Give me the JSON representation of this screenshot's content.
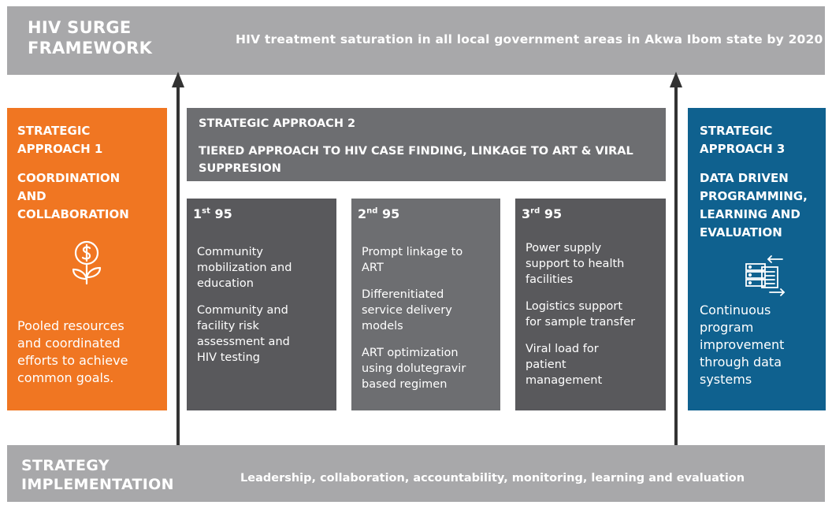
{
  "top_bar": {
    "title": "HIV SURGE\nFRAMEWORK",
    "tagline": "HIV treatment saturation in all local government areas in Akwa Ibom state by 2020"
  },
  "bottom_bar": {
    "title": "STRATEGY\nIMPLEMENTATION",
    "tagline": "Leadership, collaboration, accountability, monitoring, learning and evaluation"
  },
  "approach1": {
    "label": "STRATEGIC\nAPPROACH 1",
    "subtitle": "COORDINATION\nAND\nCOLLABORATION",
    "icon": "money-plant-icon",
    "description": "Pooled resources\nand coordinated\nefforts to achieve\ncommon goals.",
    "color": "#f07622"
  },
  "approach2": {
    "label": "STRATEGIC APPROACH 2",
    "subtitle": "TIERED APPROACH TO HIV CASE FINDING, LINKAGE TO ART & VIRAL SUPPRESION",
    "color": "#6d6e71",
    "columns": [
      {
        "ordinal": "1",
        "suffix": "st",
        "value": "95",
        "items": [
          "Community\nmobilization and\neducation",
          "Community and\nfacility risk\nassessment and\nHIV  testing"
        ]
      },
      {
        "ordinal": "2",
        "suffix": "nd",
        "value": "95",
        "items": [
          "Prompt linkage to\nART",
          "Differenitiated\nservice delivery\nmodels",
          "ART optimization\nusing dolutegravir\nbased regimen"
        ]
      },
      {
        "ordinal": "3",
        "suffix": "rd",
        "value": "95",
        "items": [
          "Power supply\nsupport to health\nfacilities",
          "Logistics support\nfor sample transfer",
          "Viral load for\npatient\nmanagement"
        ]
      }
    ]
  },
  "approach3": {
    "label": "STRATEGIC\nAPPROACH 3",
    "subtitle": "DATA DRIVEN\nPROGRAMMING,\nLEARNING AND\nEVALUATION",
    "icon": "data-server-icon",
    "description": "Continuous\nprogram\nimprovement\nthrough data\nsystems",
    "color": "#0f618f"
  }
}
